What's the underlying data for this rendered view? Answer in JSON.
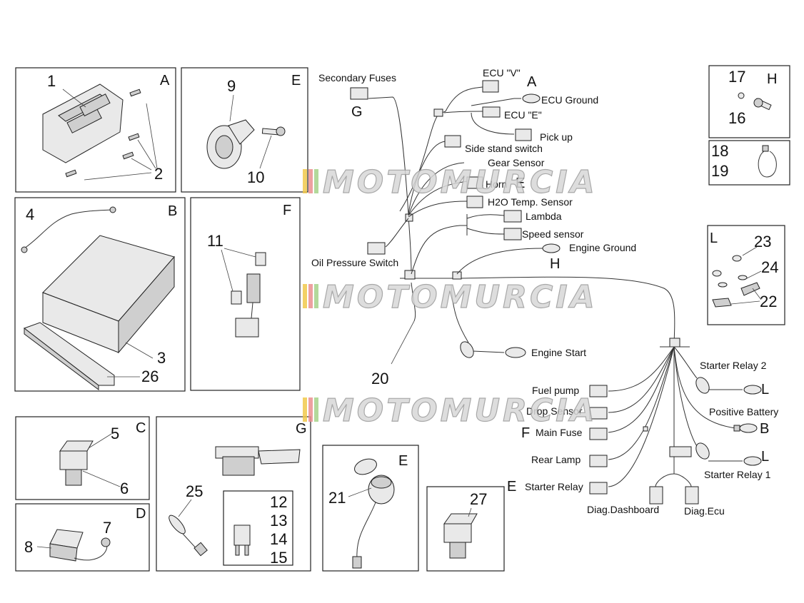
{
  "watermark": {
    "text": "MOTOMURCIA"
  },
  "panels": {
    "A": {
      "letter": "A",
      "nums": [
        "1",
        "2"
      ]
    },
    "E1": {
      "letter": "E",
      "nums": [
        "9",
        "10"
      ]
    },
    "B": {
      "letter": "B",
      "nums": [
        "4",
        "3",
        "26"
      ]
    },
    "F": {
      "letter": "F",
      "nums": [
        "11"
      ]
    },
    "C": {
      "letter": "C",
      "nums": [
        "5",
        "6"
      ]
    },
    "D": {
      "letter": "D",
      "nums": [
        "7",
        "8"
      ]
    },
    "G": {
      "letter": "G",
      "nums": [
        "25",
        "12",
        "13",
        "14",
        "15"
      ]
    },
    "E2": {
      "letter": "E",
      "nums": [
        "21"
      ]
    },
    "P27": {
      "nums": [
        "27"
      ]
    },
    "H": {
      "letter": "H",
      "nums": [
        "17",
        "16"
      ]
    },
    "P18": {
      "nums": [
        "18",
        "19"
      ]
    },
    "L": {
      "letter": "L",
      "nums": [
        "23",
        "24",
        "22"
      ]
    }
  },
  "harness": {
    "labels": {
      "secondary_fuses": "Secondary Fuses",
      "ecu_v": "ECU \"V\"",
      "ecu_ground": "ECU Ground",
      "ecu_e": "ECU \"E\"",
      "pick_up": "Pick up",
      "side_stand": "Side stand switch",
      "gear_sensor": "Gear Sensor",
      "horn": "Horn",
      "h2o": "H2O Temp. Sensor",
      "lambda": "Lambda",
      "speed_sensor": "Speed sensor",
      "engine_ground": "Engine Ground",
      "oil_pressure": "Oil Pressure Switch",
      "engine_start": "Engine Start",
      "starter_relay_2": "Starter Relay 2",
      "positive_battery": "Positive Battery",
      "starter_relay_1": "Starter Relay 1",
      "fuel_pump": "Fuel pump",
      "drop_sensor": "Drop Sensor",
      "main_fuse": "Main Fuse",
      "rear_lamp": "Rear Lamp",
      "starter_relay": "Starter Relay",
      "diag_dashboard": "Diag.Dashboard",
      "diag_ecu": "Diag.Ecu"
    },
    "letters": {
      "g": "G",
      "a": "A",
      "e1": "E",
      "h": "H",
      "l1": "L",
      "b": "B",
      "l2": "L",
      "f": "F",
      "e2": "E"
    },
    "num_20": "20"
  }
}
